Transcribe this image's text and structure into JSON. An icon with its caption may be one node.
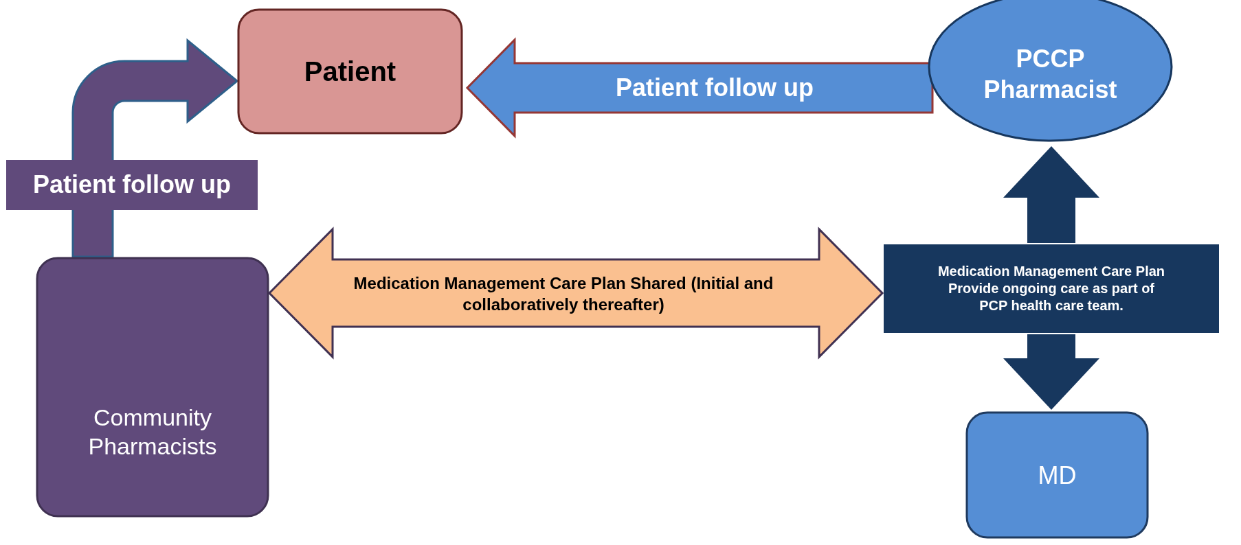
{
  "diagram": {
    "nodes": [
      {
        "text": [
          "Patient"
        ]
      },
      {
        "text": [
          "PCCP Pharmacist"
        ]
      },
      {
        "text": [
          "Community Pharmacists"
        ]
      },
      {
        "text": [
          "Medication Management Care Plan",
          "Provide ongoing care as part of PCP health care team."
        ]
      },
      {
        "text": [
          "MD"
        ]
      }
    ],
    "edges": [
      {
        "from": 1,
        "to": 0,
        "arrow": "to",
        "label": "Patient follow up",
        "color": "#558ed5"
      },
      {
        "from": 2,
        "to": 0,
        "arrow": "to",
        "label": "Patient follow up",
        "color": "#604a7b"
      },
      {
        "from": 2,
        "to": 3,
        "arrow": "both",
        "label": "Medication Management Care Plan Shared (Initial and collaboratively thereafter)",
        "color": "#fac090"
      },
      {
        "from": 3,
        "to": 1,
        "arrow": "to",
        "color": "#17375e"
      },
      {
        "from": 3,
        "to": 4,
        "arrow": "to",
        "color": "#17375e"
      }
    ]
  }
}
